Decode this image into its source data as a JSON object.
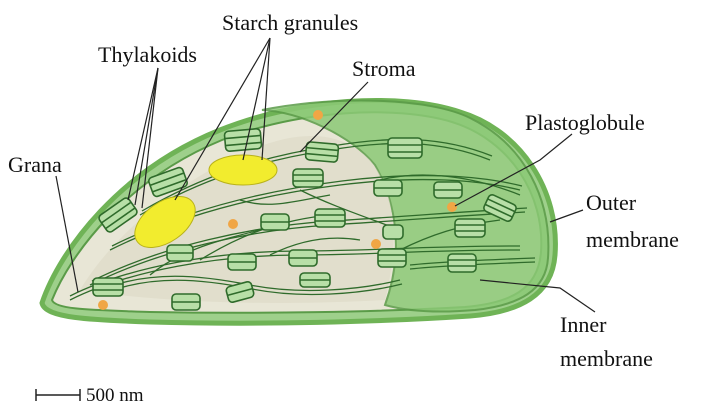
{
  "labels": {
    "starch_granules": "Starch granules",
    "thylakoids": "Thylakoids",
    "stroma": "Stroma",
    "plastoglobule": "Plastoglobule",
    "grana": "Grana",
    "outer_line1": "Outer",
    "outer_line2": "membrane",
    "inner_line1": "Inner",
    "inner_line2": "membrane",
    "scale": "500 nm"
  },
  "colors": {
    "outer_membrane": "#6fb356",
    "outer_fill": "#9ed08b",
    "inner_fill": "#e8e6d6",
    "stroma_tint": "#dcd9c4",
    "thylakoid_stroke": "#2f6b2b",
    "thylakoid_fill": "#b8dfa7",
    "granum_fill": "#3d6e38",
    "starch": "#f2ec2e",
    "plastoglobule": "#f0a645"
  }
}
